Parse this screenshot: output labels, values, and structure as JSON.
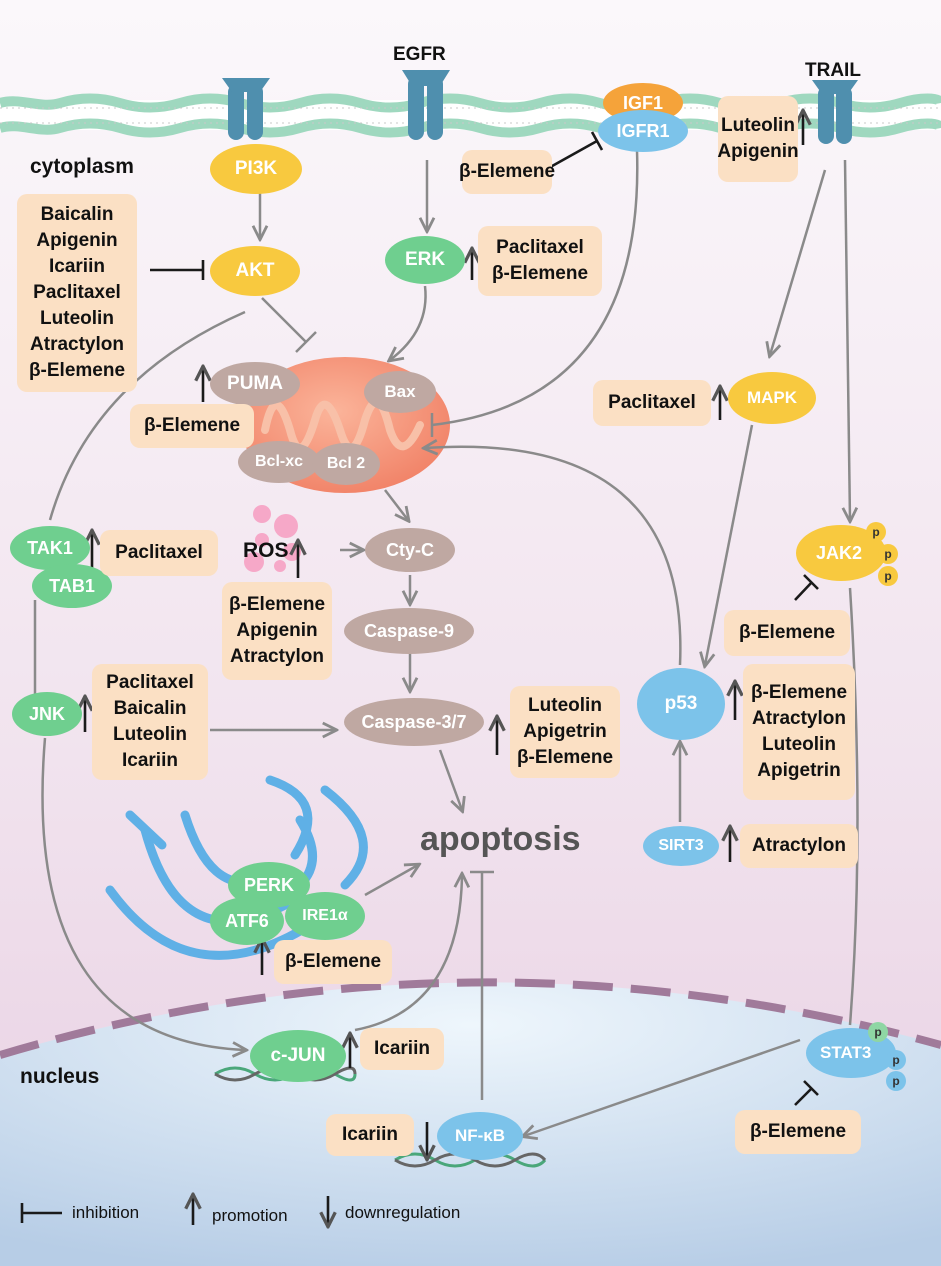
{
  "labels": {
    "egfr": "EGFR",
    "trail": "TRAIL",
    "cytoplasm": "cytoplasm",
    "nucleus": "nucleus",
    "apoptosis": "apoptosis",
    "ros": "ROS"
  },
  "nodes": {
    "pi3k": "PI3K",
    "akt": "AKT",
    "erk": "ERK",
    "igf1": "IGF1",
    "igfr1": "IGFR1",
    "puma": "PUMA",
    "bax": "Bax",
    "bclxc": "Bcl-xc",
    "bcl2": "Bcl 2",
    "tak1": "TAK1",
    "tab1": "TAB1",
    "jnk": "JNK",
    "cytc": "Cty-C",
    "caspase9": "Caspase-9",
    "caspase37": "Caspase-3/7",
    "mapk": "MAPK",
    "jak2": "JAK2",
    "p53": "p53",
    "sirt3": "SIRT3",
    "perk": "PERK",
    "atf6": "ATF6",
    "ire1a": "IRE1α",
    "cjun": "c-JUN",
    "nfkb": "NF-κB",
    "stat3": "STAT3",
    "p": "p"
  },
  "boxes": {
    "akt_inhibitors": [
      "Baicalin",
      "Apigenin",
      "Icariin",
      "Paclitaxel",
      "Luteolin",
      "Atractylon",
      "β-Elemene"
    ],
    "igfr1_inhibitor": [
      "β-Elemene"
    ],
    "trail_promoters": [
      "Luteolin",
      "Apigenin"
    ],
    "erk_promoters": [
      "Paclitaxel",
      "β-Elemene"
    ],
    "puma_promoter": [
      "β-Elemene"
    ],
    "mapk_promoter": [
      "Paclitaxel"
    ],
    "tak1_promoter": [
      "Paclitaxel"
    ],
    "ros_promoters": [
      "β-Elemene",
      "Apigenin",
      "Atractylon"
    ],
    "jak2_inhibitor": [
      "β-Elemene"
    ],
    "jnk_promoters": [
      "Paclitaxel",
      "Baicalin",
      "Luteolin",
      "Icariin"
    ],
    "caspase_promoters": [
      "Luteolin",
      "Apigetrin",
      "β-Elemene"
    ],
    "p53_promoters": [
      "β-Elemene",
      "Atractylon",
      "Luteolin",
      "Apigetrin"
    ],
    "sirt3_promoter": [
      "Atractylon"
    ],
    "er_promoter": [
      "β-Elemene"
    ],
    "cjun_promoter": [
      "Icariin"
    ],
    "nfkb_down": [
      "Icariin"
    ],
    "stat3_inhibitor": [
      "β-Elemene"
    ]
  },
  "legend": {
    "inhibition": "inhibition",
    "promotion": "promotion",
    "downregulation": "downregulation"
  },
  "colors": {
    "green": "#6fcf8f",
    "yellow": "#f8c93f",
    "blue": "#7cc3ea",
    "brown": "#bfa8a2",
    "orange": "#f5a33a",
    "box": "#fbe0c4",
    "membrane": "#a8dcc4",
    "er": "#5fb0e6",
    "nuclear_envelope": "#a07a9a"
  }
}
